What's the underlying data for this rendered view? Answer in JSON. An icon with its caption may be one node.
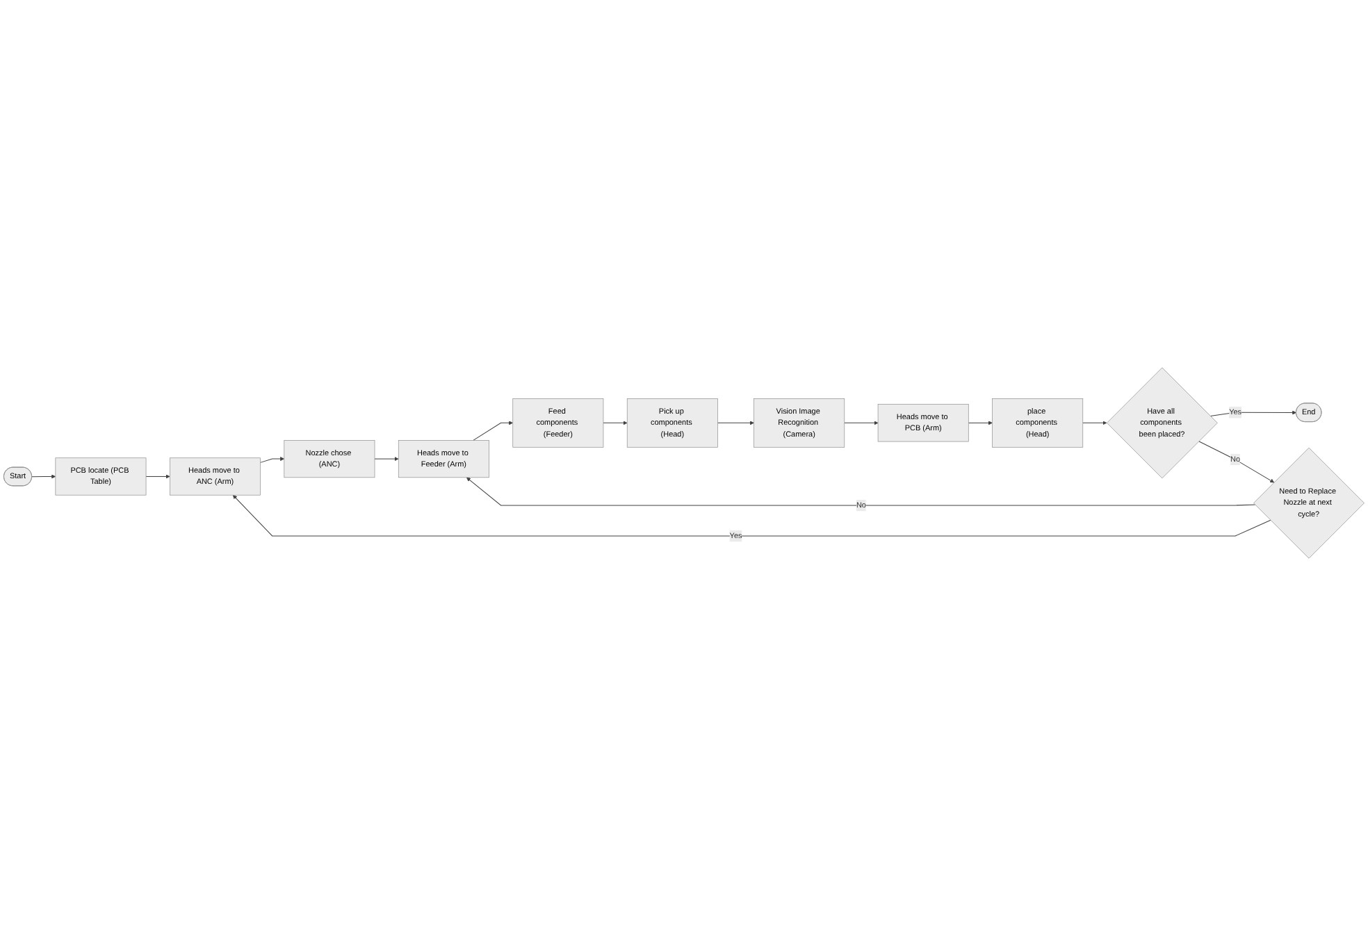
{
  "diagram": {
    "nodes": [
      {
        "text": [
          "Start"
        ]
      },
      {
        "text": [
          "PCB locate (PCB Table)"
        ]
      },
      {
        "text": [
          "Heads move to ANC (Arm)"
        ]
      },
      {
        "text": [
          "Nozzle chose (ANC)"
        ]
      },
      {
        "text": [
          "Heads move to Feeder (Arm)"
        ]
      },
      {
        "text": [
          "Feed components (Feeder)"
        ]
      },
      {
        "text": [
          "Need to Replace Nozzle at next cycle?"
        ]
      },
      {
        "text": [
          "Heads move to PCB (Arm)"
        ]
      },
      {
        "text": [
          "Pick up components (Head)"
        ]
      },
      {
        "text": [
          "place components (Head)"
        ]
      },
      {
        "text": [
          "Vision Image Recognition (Camera)"
        ]
      },
      {
        "text": [
          "Have all components been placed?"
        ]
      },
      {
        "text": [
          "End"
        ]
      }
    ],
    "edges": [
      {
        "from": 0,
        "to": 1,
        "arrow": "to"
      },
      {
        "from": 1,
        "to": 2,
        "arrow": "to"
      },
      {
        "from": 2,
        "to": 3,
        "arrow": "to"
      },
      {
        "from": 3,
        "to": 4,
        "arrow": "to"
      },
      {
        "from": 4,
        "to": 5,
        "arrow": "to"
      },
      {
        "from": 5,
        "to": 8,
        "arrow": "to"
      },
      {
        "from": 8,
        "to": 10,
        "arrow": "to"
      },
      {
        "from": 10,
        "to": 7,
        "arrow": "to"
      },
      {
        "from": 7,
        "to": 9,
        "arrow": "to"
      },
      {
        "from": 9,
        "to": 11,
        "arrow": "to"
      },
      {
        "from": 11,
        "to": 12,
        "label": "Yes",
        "arrow": "to"
      },
      {
        "from": 11,
        "to": 6,
        "label": "No",
        "arrow": "to"
      },
      {
        "from": 6,
        "to": 2,
        "label": "Yes",
        "arrow": "to"
      },
      {
        "from": 6,
        "to": 4,
        "label": "No",
        "arrow": "to"
      }
    ]
  }
}
